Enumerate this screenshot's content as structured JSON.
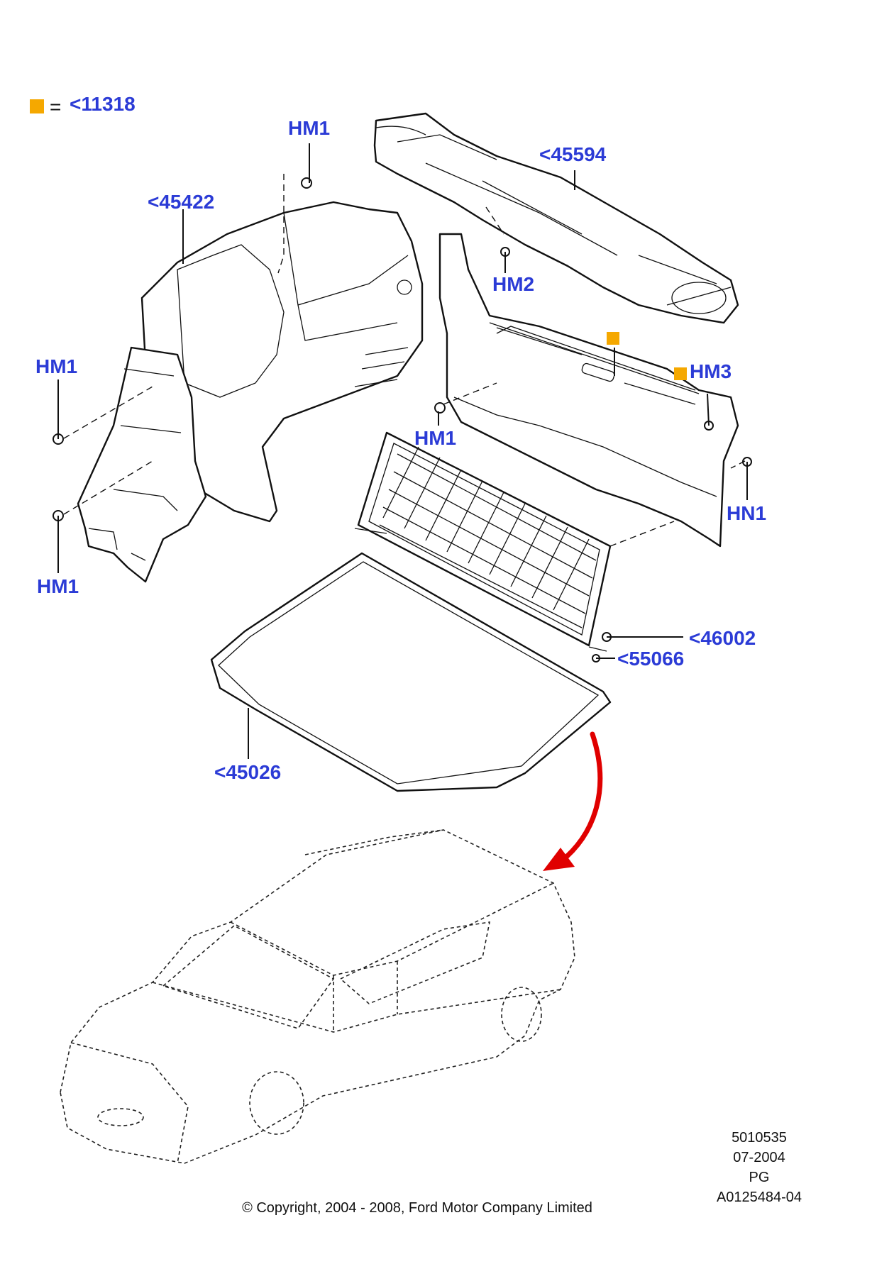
{
  "legend": {
    "marker_color": "#f5a800",
    "equals": "=",
    "ref": "<11318"
  },
  "callouts": {
    "hm1_top": "HM1",
    "p45594": "<45594",
    "p45422": "<45422",
    "hm2": "HM2",
    "hm1_left": "HM1",
    "hm3": "HM3",
    "hm1_center": "HM1",
    "hn1": "HN1",
    "hm1_bottom": "HM1",
    "p46002": "<46002",
    "p55066": "<55066",
    "p45026": "<45026"
  },
  "info_block": {
    "number": "5010535",
    "date": "07-2004",
    "code": "PG",
    "drawing": "A0125484-04"
  },
  "copyright": "© Copyright, 2004 - 2008, Ford Motor Company Limited",
  "colors": {
    "callout_text": "#2b3bd6",
    "arrow": "#e00000",
    "marker": "#f5a800"
  }
}
